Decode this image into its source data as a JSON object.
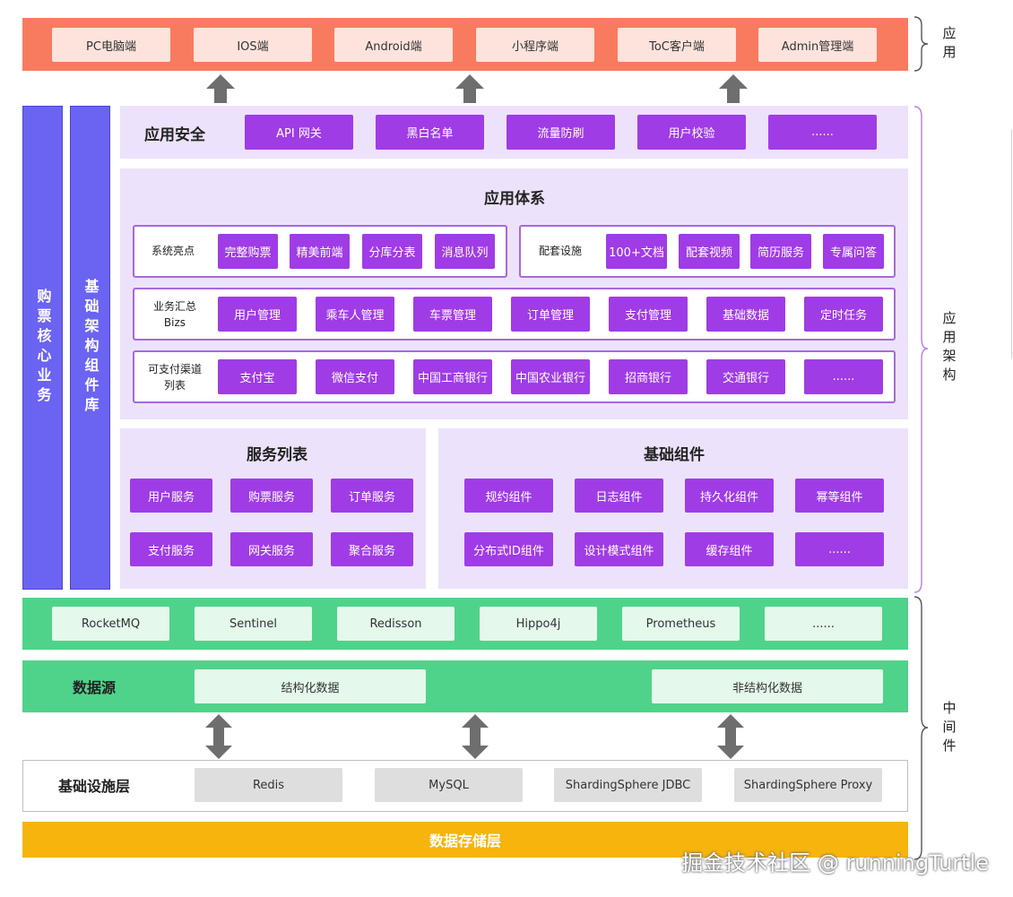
{
  "app_layer": {
    "chips": [
      "PC电脑端",
      "IOS端",
      "Android端",
      "小程序端",
      "ToC客户端",
      "Admin管理端"
    ],
    "side_label": "应用"
  },
  "left_bars": {
    "core": "购票核心业务",
    "component_lib": "基础架构组件库"
  },
  "security": {
    "title": "应用安全",
    "chips": [
      "API 网关",
      "黑白名单",
      "流量防刷",
      "用户校验",
      "......"
    ]
  },
  "system": {
    "title": "应用体系",
    "highlights": {
      "label": "系统亮点",
      "chips": [
        "完整购票",
        "精美前端",
        "分库分表",
        "消息队列"
      ]
    },
    "support": {
      "label": "配套设施",
      "chips": [
        "100+文档",
        "配套视频",
        "简历服务",
        "专属问答"
      ]
    },
    "bizs": {
      "label": "业务汇总\nBizs",
      "chips": [
        "用户管理",
        "乘车人管理",
        "车票管理",
        "订单管理",
        "支付管理",
        "基础数据",
        "定时任务"
      ]
    },
    "pay_channels": {
      "label": "可支付渠道\n列表",
      "chips": [
        "支付宝",
        "微信支付",
        "中国工商银行",
        "中国农业银行",
        "招商银行",
        "交通银行",
        "......"
      ]
    }
  },
  "services": {
    "title": "服务列表",
    "chips": [
      "用户服务",
      "购票服务",
      "订单服务",
      "支付服务",
      "网关服务",
      "聚合服务"
    ]
  },
  "components": {
    "title": "基础组件",
    "chips": [
      "规约组件",
      "日志组件",
      "持久化组件",
      "幂等组件",
      "分布式ID组件",
      "设计模式组件",
      "缓存组件",
      "......"
    ]
  },
  "arch_side_label": "应用架构",
  "middleware": {
    "chips": [
      "RocketMQ",
      "Sentinel",
      "Redisson",
      "Hippo4j",
      "Prometheus",
      "......"
    ]
  },
  "datasource": {
    "title": "数据源",
    "structured": "结构化数据",
    "unstructured": "非结构化数据"
  },
  "infra": {
    "title": "基础设施层",
    "chips": [
      "Redis",
      "MySQL",
      "ShardingSphere JDBC",
      "ShardingSphere Proxy"
    ]
  },
  "storage": {
    "title": "数据存储层"
  },
  "mid_side_label": "中间件",
  "watermark": "掘金技术社区 @ runningTurtle",
  "colors": {
    "app_bar": "#f97b5f",
    "left_bar": "#6b63f2",
    "panel": "#ede2fb",
    "purple_chip": "#9f3ce6",
    "middleware": "#4fd38a",
    "storage": "#f6b40d"
  }
}
